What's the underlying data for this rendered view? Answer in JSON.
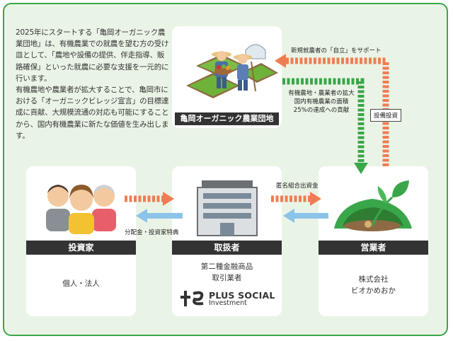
{
  "intro": {
    "p1": "2025年にスタートする「亀岡オーガニック農業団地」は、有機農業での就農を望む方の受け皿として、「農地や設備の提供、伴走指導、販路確保」といった就農に必要な支援を一元的に行います。",
    "p2": "有機農地や農業者が拡大することで、亀岡市における「オーガニックビレッジ宣言」の目標達成に貢献、大規模流通の対応も可能にすることから、国内有機農業に新たな価値を生み出します。"
  },
  "organic_park": {
    "label": "亀岡オーガニック農業団地"
  },
  "arrows": {
    "support_label": "新規就農者の「自立」をサポート",
    "expansion_label": "有機農地・農業者の拡大\n国内有機農業の面積\n25%の達成への貢献",
    "equipment_label": "設備投資",
    "investment_label": "匿名組合出資金",
    "dividend_label": "分配金・投資家特典"
  },
  "investor": {
    "title": "投資家",
    "detail": "個人・法人"
  },
  "handler": {
    "title": "取扱者",
    "detail": "第二種金融商品\n取引業者",
    "logo_main": "PLUS SOCIAL",
    "logo_sub": "Investment"
  },
  "operator": {
    "title": "営業者",
    "detail": "株式会社\nビオかめおか"
  },
  "colors": {
    "border": "#3aa64a",
    "background": "#eaf4e6",
    "orange": "#ef7d54",
    "green": "#3aa64a",
    "blue": "#8cc3e8",
    "bar": "#333333"
  }
}
